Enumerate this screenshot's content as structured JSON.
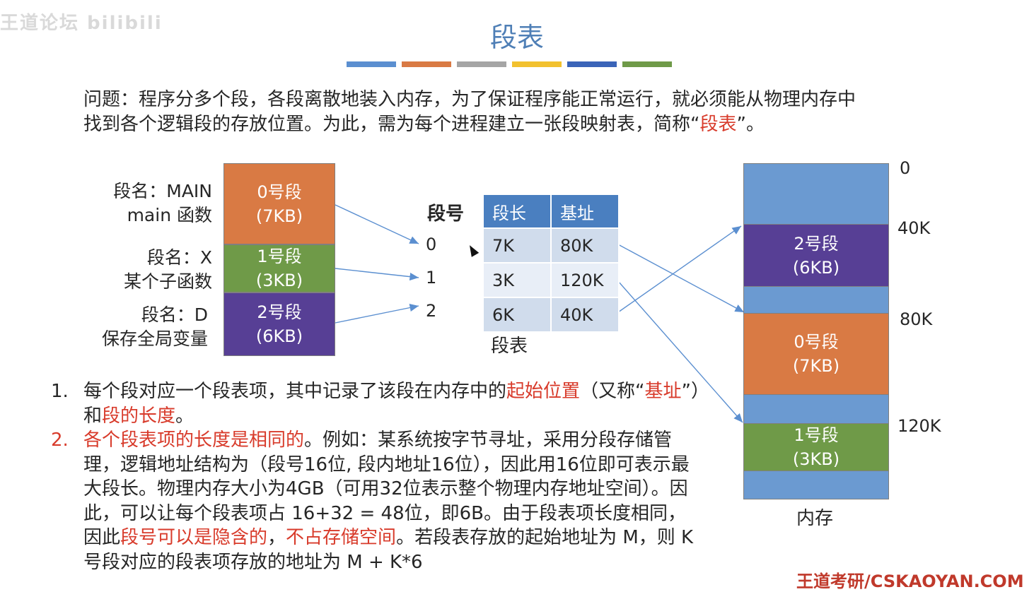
{
  "watermark": "王道论坛 bilibili",
  "title": "段表",
  "title_bar_colors": [
    "#5b8fd0",
    "#d97a44",
    "#a5a5a5",
    "#f2c12e",
    "#3a64b8",
    "#6f9a48"
  ],
  "intro": {
    "line1": "问题：程序分多个段，各段离散地装入内存，为了保证程序能正常运行，就必须能从物理内存中",
    "line2_before": "找到各个逻辑段的存放位置。为此，需为每个进程建立一张段映射表，简称“",
    "line2_highlight": "段表",
    "line2_after": "”。"
  },
  "logical_segments": [
    {
      "label1": "段名：MAIN",
      "label2": "main 函数",
      "name": "0号段",
      "size": "(7KB)",
      "color": "#d97a44"
    },
    {
      "label1": "段名：X",
      "label2": "某个子函数",
      "name": "1号段",
      "size": "(3KB)",
      "color": "#6f9a48"
    },
    {
      "label1": "段名：D",
      "label2": "保存全局变量",
      "name": "2号段",
      "size": "(6KB)",
      "color": "#573f95"
    }
  ],
  "segment_table": {
    "seg_no_header": "段号",
    "seg_numbers": [
      "0",
      "1",
      "2"
    ],
    "columns": [
      "段长",
      "基址"
    ],
    "rows": [
      [
        "7K",
        "80K"
      ],
      [
        "3K",
        "120K"
      ],
      [
        "6K",
        "40K"
      ]
    ],
    "caption": "段表"
  },
  "memory": {
    "addresses": [
      "0",
      "40K",
      "80K",
      "120K"
    ],
    "segments": [
      {
        "name": "2号段",
        "size": "(6KB)"
      },
      {
        "name": "0号段",
        "size": "(7KB)"
      },
      {
        "name": "1号段",
        "size": "(3KB)"
      }
    ],
    "caption": "内存"
  },
  "points": [
    {
      "number": "1.",
      "parts": [
        {
          "text": "每个段对应一个段表项，其中记录了该段在内存中的",
          "red": false
        },
        {
          "text": "起始位置",
          "red": true
        },
        {
          "text": "（又称“",
          "red": false
        },
        {
          "text": "基址",
          "red": true
        },
        {
          "text": "”）和",
          "red": false
        },
        {
          "text": "段的长度",
          "red": true
        },
        {
          "text": "。",
          "red": false
        }
      ]
    },
    {
      "number": "2.",
      "parts": [
        {
          "text": "各个段表项的长度是相同的",
          "red": true
        },
        {
          "text": "。例如：某系统按字节寻址，采用分段存储管理，逻辑地址结构为（段号16位, 段内地址16位），因此用16位即可表示最大段长。物理内存大小为4GB（可用32位表示整个物理内存地址空间）。因此，可以让每个段表项占 16+32 = 48位，即6B。由于段表项长度相同，因此",
          "red": false
        },
        {
          "text": "段号可以是隐含的",
          "red": true
        },
        {
          "text": "，",
          "red": false
        },
        {
          "text": "不占存储空间",
          "red": true
        },
        {
          "text": "。若段表存放的起始地址为 M，则 K号段对应的段表项存放的地址为 M + K*6",
          "red": false
        }
      ]
    }
  ],
  "footer": "王道考研/CSKAOYAN.COM"
}
